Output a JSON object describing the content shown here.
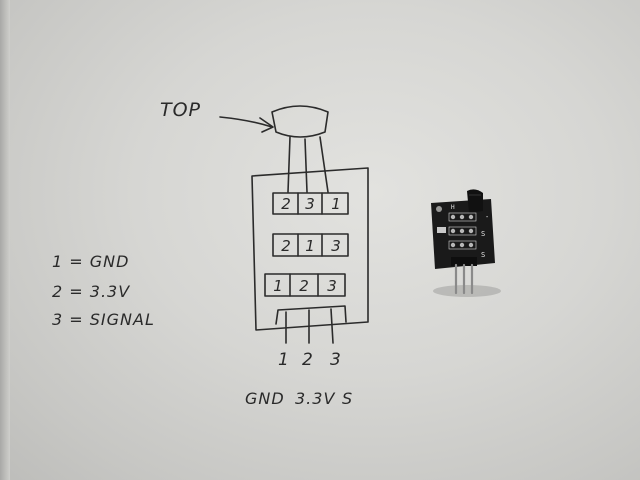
{
  "drawing": {
    "top_label": "TOP",
    "connector_top": [
      "2",
      "3",
      "1"
    ],
    "connector_mid": [
      "2",
      "1",
      "3"
    ],
    "connector_low": [
      "1",
      "2",
      "3"
    ],
    "legend": [
      "1 = GND",
      "2 = 3.3V",
      "3 = SIGNAL"
    ],
    "pin_numbers": [
      "1",
      "2",
      "3"
    ],
    "bottom_labels": [
      "GND",
      "3.3V",
      "S"
    ]
  },
  "module": {
    "silk_top": "H",
    "silk_minus": "-",
    "silk_s_mid": "S",
    "silk_s_low": "S",
    "colors": {
      "pcb": "#1a1a1a",
      "pin": "#8a8a8a",
      "sensor": "#111111"
    }
  }
}
